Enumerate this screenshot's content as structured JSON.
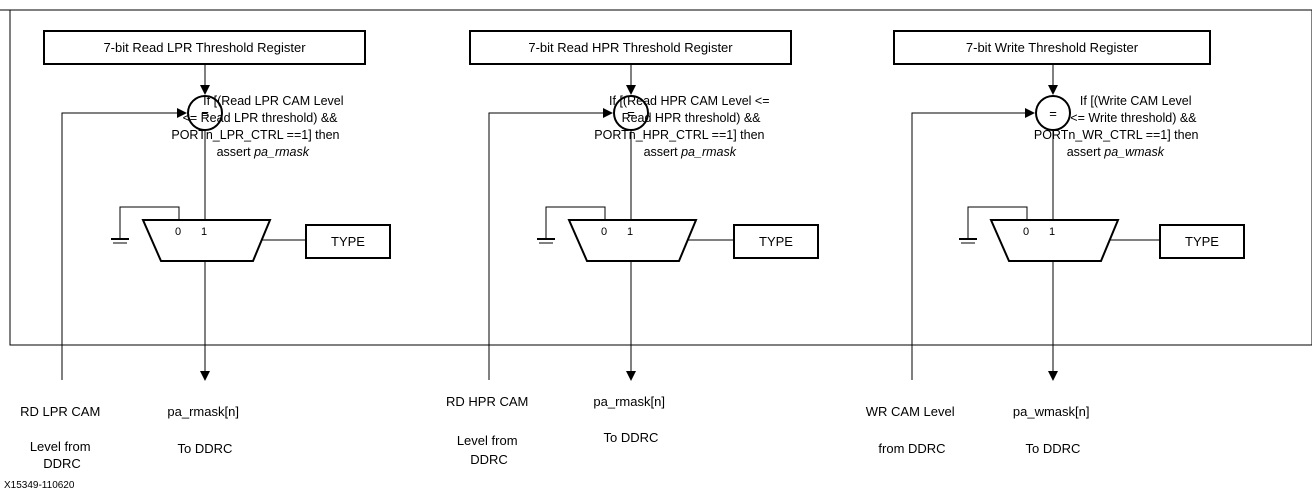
{
  "figure_id": "X15349-110620",
  "compare_symbol": "=",
  "mux_inputs": [
    "0",
    "1"
  ],
  "blocks": [
    {
      "register": "7-bit Read LPR Threshold Register",
      "condition": [
        "If [(Read LPR CAM Level",
        "<= Read LPR threshold)  &&",
        "PORTn_LPR_CTRL ==1] then",
        "assert "
      ],
      "condition_signal": "pa_rmask",
      "type_label": "TYPE",
      "input_label": [
        "RD LPR CAM",
        "Level from",
        "DDRC"
      ],
      "output_label": [
        "pa_rmask[n]",
        "To DDRC"
      ]
    },
    {
      "register": "7-bit Read HPR Threshold Register",
      "condition": [
        "If [(Read HPR CAM Level <=",
        "Read HPR threshold) &&",
        "PORTn_HPR_CTRL ==1] then",
        "assert "
      ],
      "condition_signal": "pa_rmask",
      "type_label": "TYPE",
      "input_label": [
        "RD HPR CAM",
        "Level from",
        "DDRC"
      ],
      "output_label": [
        "pa_rmask[n]",
        "To DDRC"
      ]
    },
    {
      "register": "7-bit Write Threshold Register",
      "condition": [
        "If [(Write CAM Level",
        "<= Write threshold) &&",
        "PORTn_WR_CTRL ==1] then",
        "assert "
      ],
      "condition_signal": "pa_wmask",
      "type_label": "TYPE",
      "input_label": [
        "WR CAM Level",
        "from DDRC"
      ],
      "output_label": [
        "pa_wmask[n]",
        "To DDRC"
      ]
    }
  ]
}
